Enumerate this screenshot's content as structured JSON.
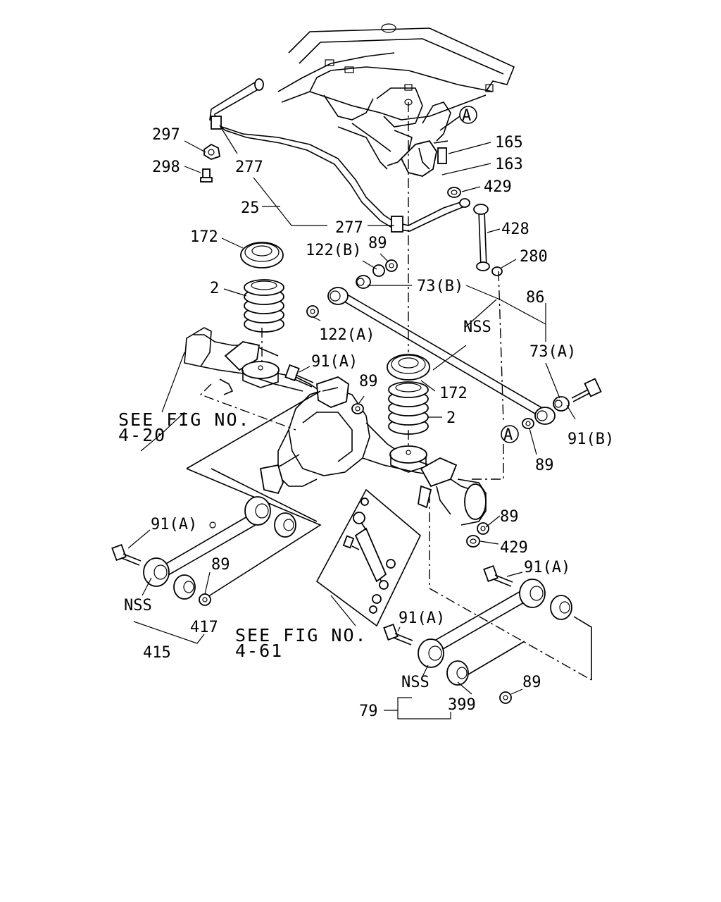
{
  "callouts": {
    "c297": "297",
    "c298": "298",
    "c277a": "277",
    "c25": "25",
    "c277b": "277",
    "c165": "165",
    "c163": "163",
    "c429a": "429",
    "c428": "428",
    "c280": "280",
    "c172a": "172",
    "c122b": "122(B)",
    "c89a": "89",
    "c73b": "73(B)",
    "c86": "86",
    "c2a": "2",
    "c122a": "122(A)",
    "cNSSa": "NSS",
    "c73a": "73(A)",
    "c91a1": "91(A)",
    "c89b": "89",
    "c172b": "172",
    "c2b": "2",
    "c91b": "91(B)",
    "c89c": "89",
    "c89d": "89",
    "c429b": "429",
    "c91a2": "91(A)",
    "c89e": "89",
    "cNSSb": "NSS",
    "c417": "417",
    "c415": "415",
    "c91a3": "91(A)",
    "c91a4": "91(A)",
    "cNSSc": "NSS",
    "c89f": "89",
    "c399": "399",
    "c79": "79"
  },
  "references": {
    "fig420_line1": "SEE FIG NO.",
    "fig420_line2": "4-20",
    "fig461_line1": "SEE FIG NO.",
    "fig461_line2": "4-61"
  },
  "markers": {
    "a_top": "A",
    "a_mid": "A"
  }
}
